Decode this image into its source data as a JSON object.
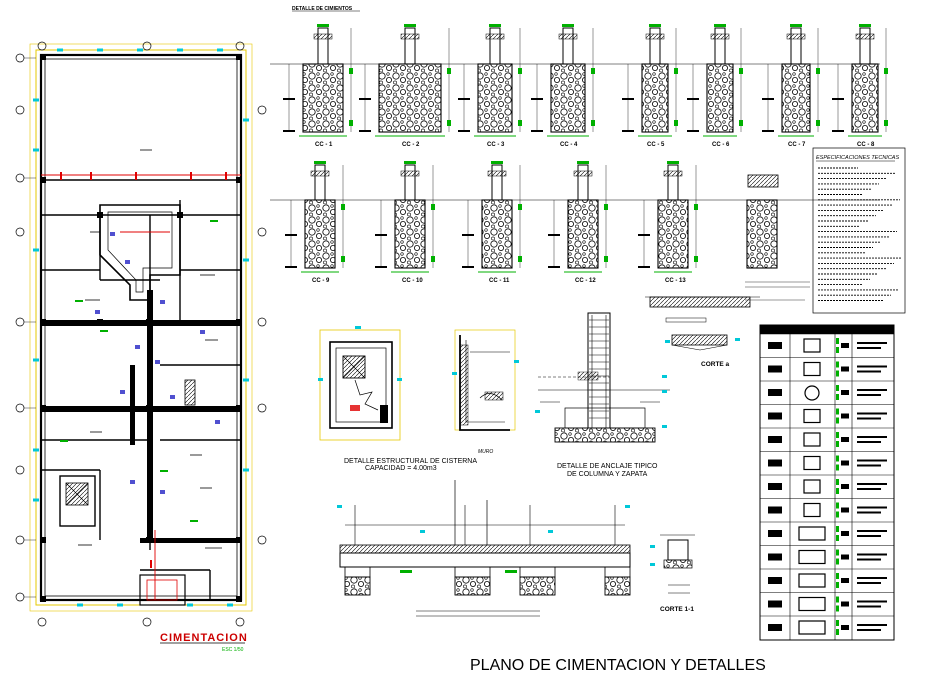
{
  "drawing": {
    "main_title": "PLANO DE CIMENTACION Y DETALLES",
    "plan_title": "CIMENTACION",
    "plan_scale": "ESC 1/50",
    "footing_header": "DETALLE DE CIMIENTOS",
    "cistern_caption_line1": "DETALLE ESTRUCTURAL DE CISTERNA",
    "cistern_caption_line2": "CAPACIDAD = 4.00m3",
    "anchor_caption_line1": "DETALLE DE ANCLAJE TIPICO",
    "anchor_caption_line2": "DE COLUMNA Y ZAPATA",
    "corte_a": "CORTE a",
    "corte_11": "CORTE 1-1",
    "specs_title": "ESPECIFICACIONES TECNICAS",
    "footing_labels_row1": [
      "CC - 1",
      "CC - 2",
      "CC - 3",
      "CC - 4",
      "CC - 5",
      "CC - 6",
      "CC - 7",
      "CC - 8"
    ],
    "footing_labels_row2": [
      "CC - 9",
      "CC - 10",
      "CC - 11",
      "CC - 12",
      "CC - 13"
    ]
  },
  "colors": {
    "line": "#000000",
    "dim_yellow": "#e6c800",
    "green": "#00b000",
    "cyan": "#00c8d8",
    "red": "#e00000",
    "blue_purple": "#5050d0",
    "title_red": "#cc0000"
  }
}
